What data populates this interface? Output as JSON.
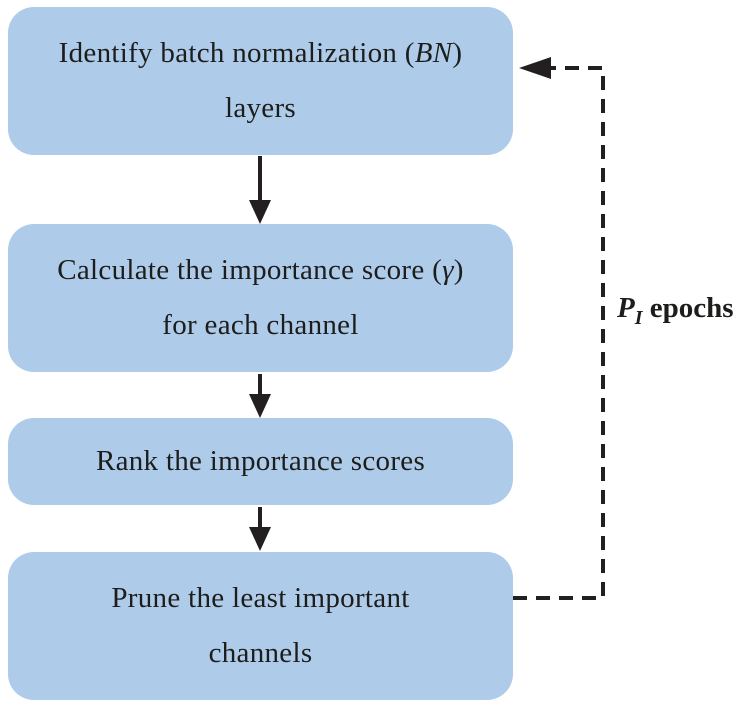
{
  "colors": {
    "background": "#ffffff",
    "box_fill": "#aecbe9",
    "text": "#1d1d1b",
    "arrow": "#231f20"
  },
  "flowchart": {
    "boxes": [
      {
        "name": "identify-bn-layers",
        "line1": [
          "Identify batch normalization (",
          "BN",
          ")"
        ],
        "line2": [
          "layers"
        ]
      },
      {
        "name": "calculate-importance-score",
        "line1": [
          "Calculate the importance score (",
          "γ",
          ")"
        ],
        "line2": [
          "for each channel"
        ]
      },
      {
        "name": "rank-importance-scores",
        "line1": [
          "Rank the importance scores"
        ]
      },
      {
        "name": "prune-least-important",
        "line1": [
          "Prune the least important"
        ],
        "line2": [
          "channels"
        ]
      }
    ],
    "loop_label": {
      "var": "P",
      "sub": "I",
      "rest": " epochs"
    }
  }
}
